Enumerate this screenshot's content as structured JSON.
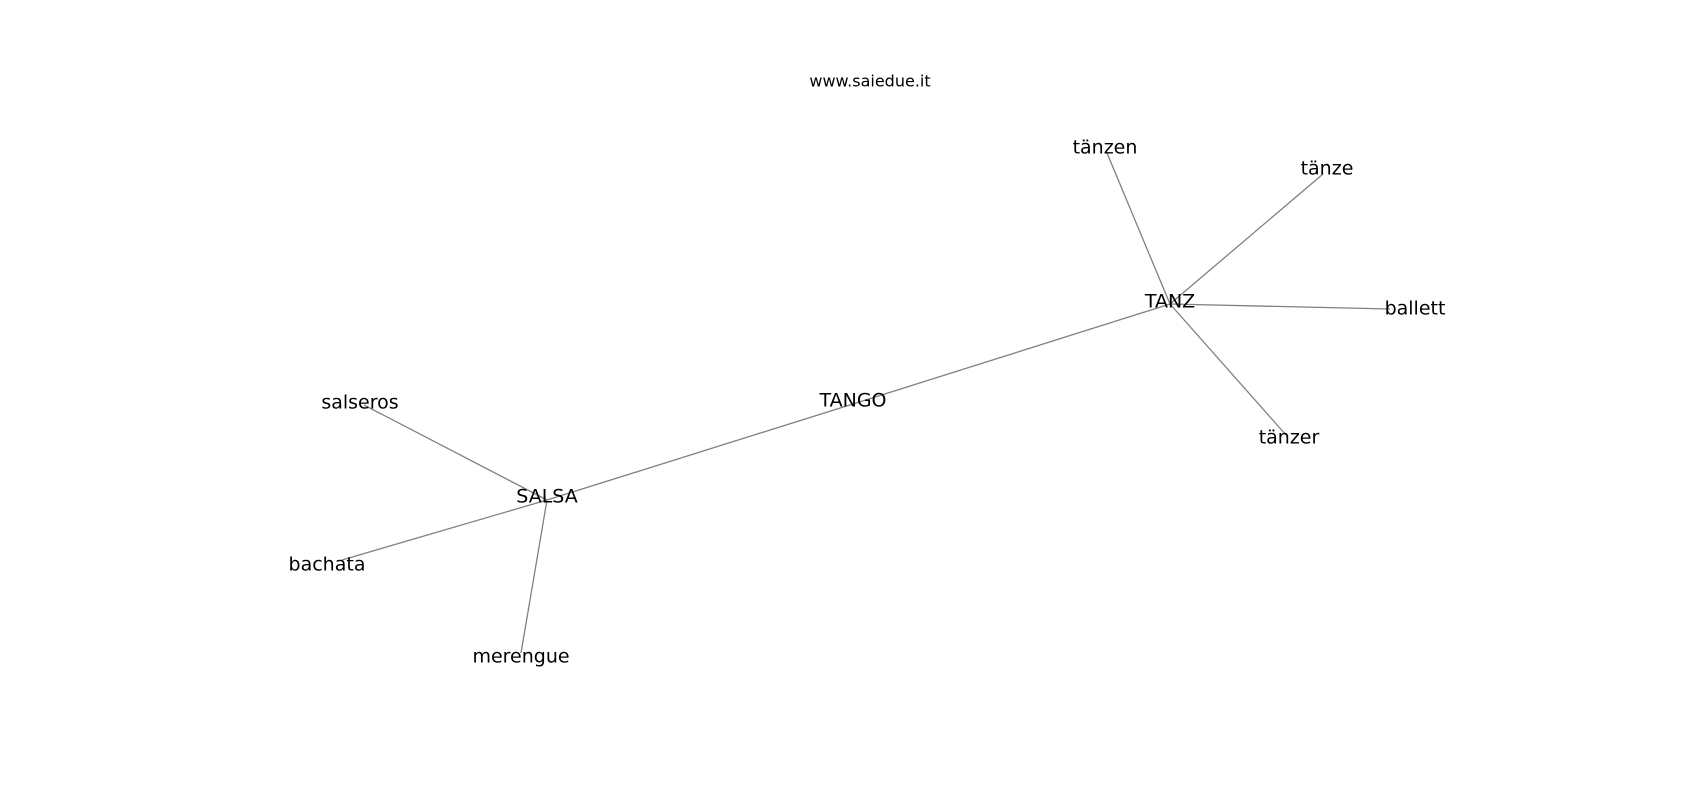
{
  "credit": "www.saiedue.it",
  "graph": {
    "nodes": [
      {
        "id": "tanzen",
        "label": "tänzen"
      },
      {
        "id": "tanze",
        "label": "tänze"
      },
      {
        "id": "TANZ",
        "label": "TANZ"
      },
      {
        "id": "ballett",
        "label": "ballett"
      },
      {
        "id": "tanzer",
        "label": "tänzer"
      },
      {
        "id": "TANGO",
        "label": "TANGO"
      },
      {
        "id": "salseros",
        "label": "salseros"
      },
      {
        "id": "SALSA",
        "label": "SALSA"
      },
      {
        "id": "bachata",
        "label": "bachata"
      },
      {
        "id": "merengue",
        "label": "merengue"
      }
    ],
    "edges": [
      {
        "source": "TANZ",
        "target": "tanzen"
      },
      {
        "source": "TANZ",
        "target": "tanze"
      },
      {
        "source": "TANZ",
        "target": "ballett"
      },
      {
        "source": "TANZ",
        "target": "tanzer"
      },
      {
        "source": "TANZ",
        "target": "TANGO"
      },
      {
        "source": "TANGO",
        "target": "SALSA"
      },
      {
        "source": "SALSA",
        "target": "salseros"
      },
      {
        "source": "SALSA",
        "target": "bachata"
      },
      {
        "source": "SALSA",
        "target": "merengue"
      }
    ]
  }
}
